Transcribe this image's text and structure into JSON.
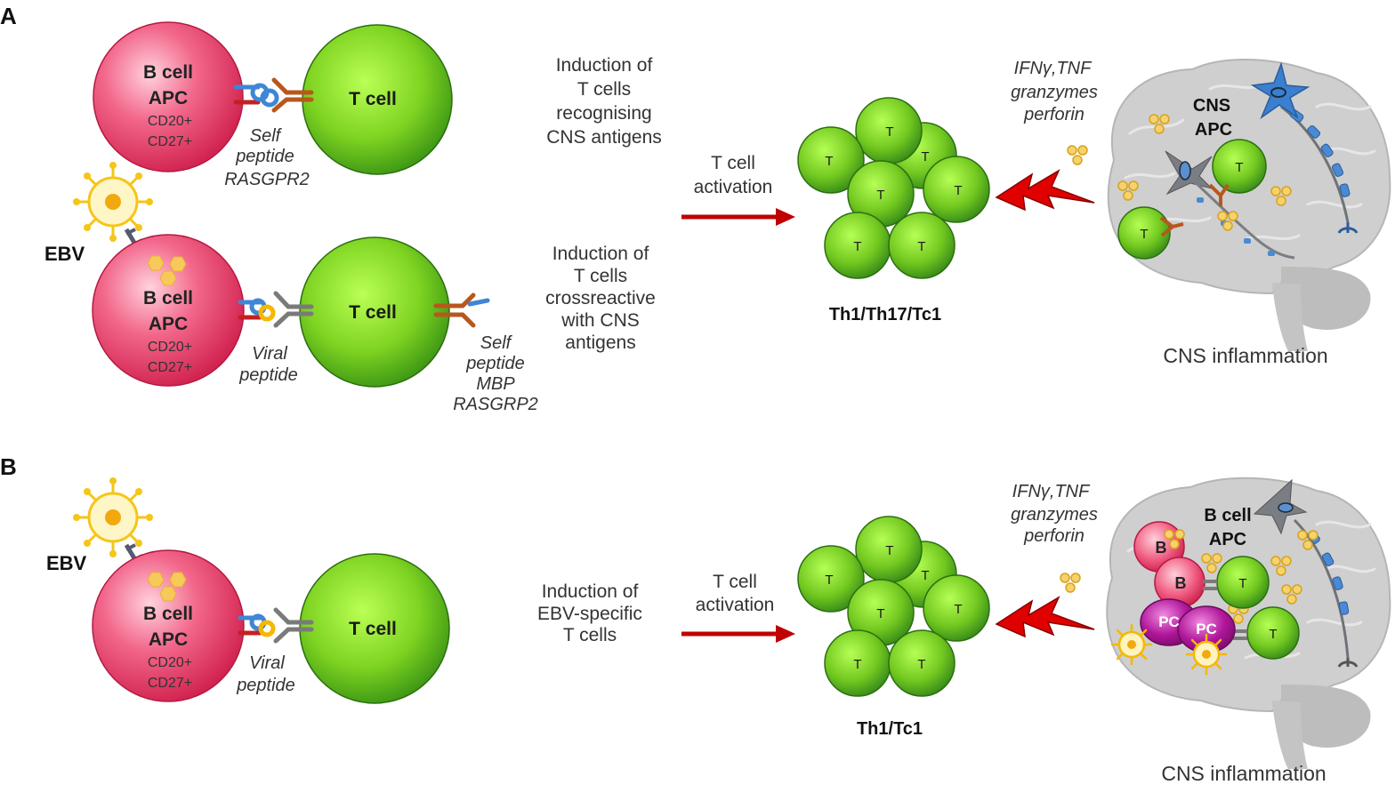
{
  "panel_a": {
    "label": "A",
    "top_b_cell": {
      "line1": "B cell",
      "line2": "APC",
      "marker1": "CD20+",
      "marker2": "CD27+"
    },
    "top_t_cell": "T cell",
    "top_peptide": {
      "line1": "Self",
      "line2": "peptide",
      "line3": "RASGPR2"
    },
    "top_desc": {
      "line1": "Induction of",
      "line2": "T cells",
      "line3": "recognising",
      "line4": "CNS antigens"
    },
    "ebv_label": "EBV",
    "bottom_b_cell": {
      "line1": "B cell",
      "line2": "APC",
      "marker1": "CD20+",
      "marker2": "CD27+"
    },
    "bottom_t_cell": "T cell",
    "viral_peptide": {
      "line1": "Viral",
      "line2": "peptide"
    },
    "self_peptide": {
      "line1": "Self",
      "line2": "peptide",
      "line3": "MBP",
      "line4": "RASGRP2"
    },
    "bottom_desc": {
      "line1": "Induction of",
      "line2": "T cells",
      "line3": "crossreactive",
      "line4": "with CNS",
      "line5": "antigens"
    },
    "activation": {
      "line1": "T cell",
      "line2": "activation"
    },
    "t_label": "T",
    "subsets": "Th1/Th17/Tc1",
    "cytokines": {
      "line1": "IFNγ,TNF",
      "line2": "granzymes",
      "line3": "perforin"
    },
    "brain_apc": {
      "line1": "CNS",
      "line2": "APC"
    },
    "inflammation": "CNS inflammation"
  },
  "panel_b": {
    "label": "B",
    "ebv_label": "EBV",
    "b_cell": {
      "line1": "B cell",
      "line2": "APC",
      "marker1": "CD20+",
      "marker2": "CD27+"
    },
    "t_cell": "T cell",
    "viral_peptide": {
      "line1": "Viral",
      "line2": "peptide"
    },
    "desc": {
      "line1": "Induction of",
      "line2": "EBV-specific",
      "line3": "T cells"
    },
    "activation": {
      "line1": "T cell",
      "line2": "activation"
    },
    "t_label": "T",
    "subsets": "Th1/Tc1",
    "cytokines": {
      "line1": "IFNγ,TNF",
      "line2": "granzymes",
      "line3": "perforin"
    },
    "brain_b_label": "B",
    "brain_pc_label": "PC",
    "brain_apc": {
      "line1": "B cell",
      "line2": "APC"
    },
    "inflammation": "CNS inflammation"
  },
  "colors": {
    "b_cell": "#e8305f",
    "t_cell": "#6cc21e",
    "arrow": "#c00000",
    "ebv": "#f5c518",
    "plasma_cell": "#b0169a",
    "cns_apc": "#3a7fd0",
    "brain": "#cfcfcf"
  }
}
